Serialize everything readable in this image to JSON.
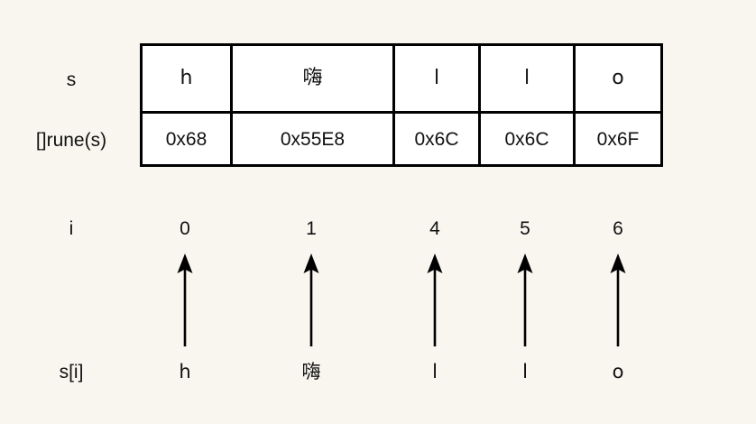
{
  "diagram": {
    "title": "Go string rune indexing diagram",
    "background_color": "#F9F6F0",
    "line_color": "#000000",
    "cell_background": "#FFFFFF"
  },
  "row_labels": {
    "string": "s",
    "runes": "[]rune(s)",
    "index": "i",
    "element": "s[i]"
  },
  "table": {
    "rows": [
      {
        "name": "s",
        "cells": [
          "h",
          "嗨",
          "l",
          "l",
          "o"
        ]
      },
      {
        "name": "[]rune(s)",
        "cells": [
          "0x68",
          "0x55E8",
          "0x6C",
          "0x6C",
          "0x6F"
        ]
      }
    ]
  },
  "index_row": {
    "values": [
      "0",
      "1",
      "4",
      "5",
      "6"
    ]
  },
  "element_row": {
    "values": [
      "h",
      "嗨",
      "l",
      "l",
      "o"
    ]
  },
  "arrows": {
    "icon": "arrow-up-icon",
    "count": 5,
    "direction": "up"
  }
}
